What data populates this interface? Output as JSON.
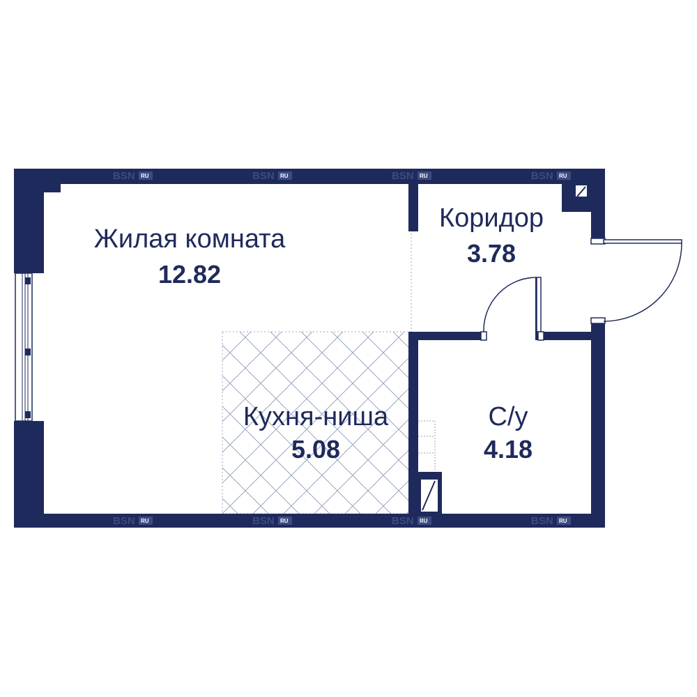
{
  "plan": {
    "colors": {
      "wall": "#1f2a5c",
      "text": "#1f2a5c",
      "background": "#ffffff",
      "hatch": "#9aa6c0"
    },
    "rooms": {
      "living": {
        "name": "Жилая комната",
        "area": "12.82"
      },
      "corridor": {
        "name": "Коридор",
        "area": "3.78"
      },
      "kitchen": {
        "name": "Кухня-ниша",
        "area": "5.08"
      },
      "bathroom": {
        "name": "С/у",
        "area": "4.18"
      }
    },
    "watermark": {
      "brand": "BSN",
      "suffix": "RU"
    }
  }
}
